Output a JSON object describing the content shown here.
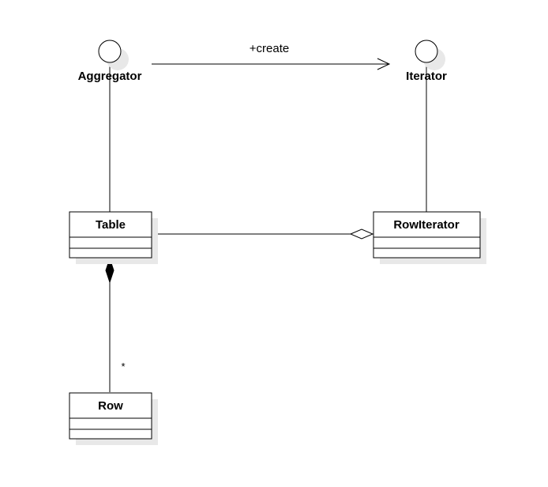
{
  "diagram": {
    "interfaces": [
      {
        "id": "aggregator",
        "label": "Aggregator"
      },
      {
        "id": "iterator",
        "label": "Iterator"
      }
    ],
    "classes": [
      {
        "id": "table",
        "label": "Table"
      },
      {
        "id": "rowiterator",
        "label": "RowIterator"
      },
      {
        "id": "row",
        "label": "Row"
      }
    ],
    "relations": [
      {
        "id": "create",
        "from": "aggregator",
        "to": "iterator",
        "type": "dependency",
        "label": "+create"
      },
      {
        "id": "table-aggregator",
        "from": "table",
        "to": "aggregator",
        "type": "realization"
      },
      {
        "id": "rowiterator-iterator",
        "from": "rowiterator",
        "to": "iterator",
        "type": "realization"
      },
      {
        "id": "table-rowiterator",
        "from": "table",
        "to": "rowiterator",
        "type": "aggregation"
      },
      {
        "id": "table-row",
        "from": "table",
        "to": "row",
        "type": "composition",
        "multiplicity": "*"
      }
    ]
  }
}
